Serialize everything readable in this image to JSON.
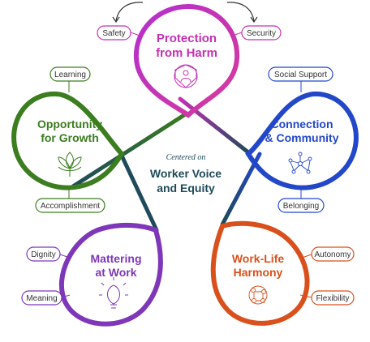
{
  "center": {
    "subtitle": "Centered on",
    "title_line1": "Worker Voice",
    "title_line2": "and Equity"
  },
  "petals": {
    "protection": {
      "title_line1": "Protection",
      "title_line2": "from Harm",
      "color": "#c431b6",
      "icon": "shield-person-icon",
      "tags": [
        "Safety",
        "Security"
      ]
    },
    "connection": {
      "title_line1": "Connection",
      "title_line2": "& Community",
      "color": "#2347c9",
      "icon": "network-people-icon",
      "tags": [
        "Social Support",
        "Belonging"
      ]
    },
    "worklife": {
      "title_line1": "Work-Life",
      "title_line2": "Harmony",
      "color": "#d9501c",
      "icon": "balance-nodes-icon",
      "tags": [
        "Autonomy",
        "Flexibility"
      ]
    },
    "mattering": {
      "title_line1": "Mattering",
      "title_line2": "at Work",
      "color": "#7e37b8",
      "icon": "lightbulb-icon",
      "tags": [
        "Dignity",
        "Meaning"
      ]
    },
    "growth": {
      "title_line1": "Opportunity",
      "title_line2": "for Growth",
      "color": "#3b7d1f",
      "icon": "lotus-icon",
      "tags": [
        "Learning",
        "Accomplishment"
      ]
    }
  },
  "center_color": "#1e4a5a"
}
